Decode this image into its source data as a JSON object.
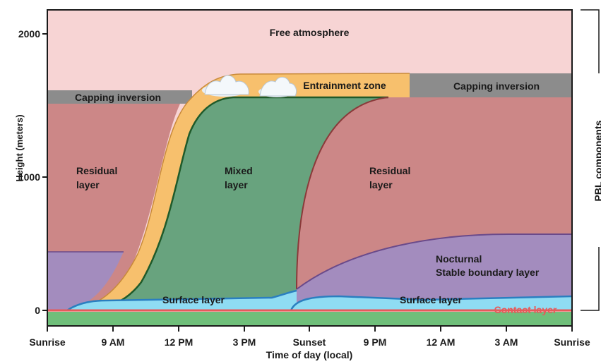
{
  "diagram": {
    "labels": {
      "free_atmosphere": "Free atmosphere",
      "entrainment_zone": "Entrainment zone",
      "capping_inversion_left": "Capping inversion",
      "capping_inversion_right": "Capping inversion",
      "residual_left_1": "Residual",
      "residual_left_2": "layer",
      "mixed_1": "Mixed",
      "mixed_2": "layer",
      "residual_right_1": "Residual",
      "residual_right_2": "layer",
      "nocturnal_1": "Nocturnal",
      "nocturnal_2": "Stable boundary layer",
      "surface_left": "Surface layer",
      "surface_right": "Surface layer",
      "contact": "Contact layer",
      "pbl_components": "PBL components"
    },
    "y_axis": {
      "label": "Height (meters)",
      "ticks": [
        "2000",
        "1000",
        "0"
      ]
    },
    "x_axis": {
      "label": "Time of day (local)",
      "ticks": [
        "Sunrise",
        "9 AM",
        "12 PM",
        "3 PM",
        "Sunset",
        "9 PM",
        "12 AM",
        "3 AM",
        "Sunrise"
      ]
    },
    "colors": {
      "free_atmosphere": "#f7d4d4",
      "residual": "#cc8787",
      "mixed": "#68a37e",
      "entrainment": "#f7c06d",
      "capping": "#8c8c8c",
      "stable": "#a38cbe",
      "surface": "#8fdcf3",
      "contact": "#e65a5a",
      "ground": "#6fbf7a"
    }
  }
}
